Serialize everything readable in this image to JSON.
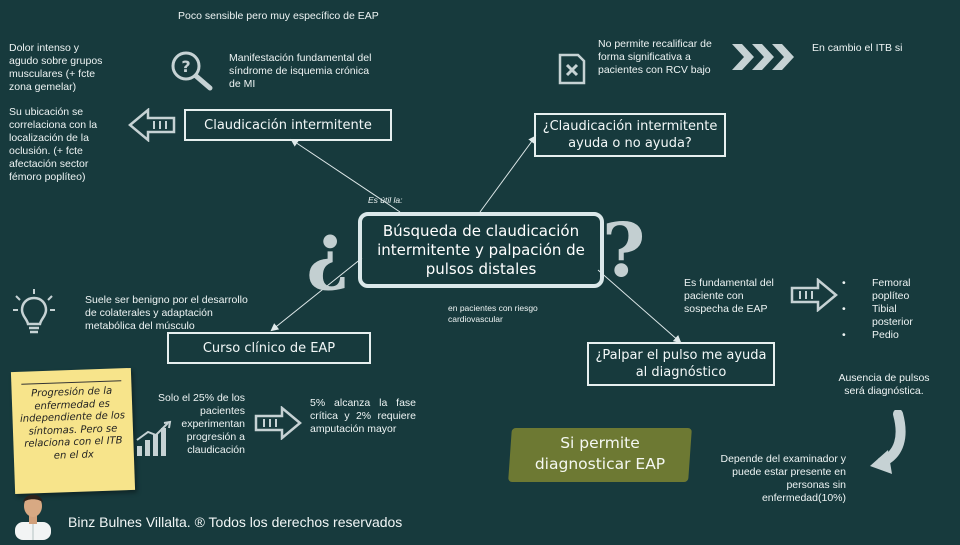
{
  "top_note": "Poco sensible  pero muy específico de EAP",
  "center": {
    "title": "Búsqueda de claudicación intermitente y palpación de pulsos distales",
    "prefix": "Es útil la:",
    "suffix": "en pacientes con riesgo cardiovascular"
  },
  "claudicacion": {
    "box": "Claudicación intermitente",
    "manifest": "Manifestación fundamental del síndrome de isquemia crónica de MI",
    "dolor": "Dolor intenso y agudo sobre grupos musculares (+ fcte zona gemelar)",
    "ubicacion": "Su ubicación se correlaciona con la localización de la oclusión. (+ fcte afectación sector fémoro poplíteo)"
  },
  "ayuda": {
    "box": "¿Claudicación intermitente ayuda o no ayuda?",
    "no_permite": "No permite recalificar de forma significativa a pacientes con RCV bajo",
    "itb": "En cambio el ITB si"
  },
  "curso": {
    "box": "Curso clínico de EAP",
    "benigno": "Suele ser benigno por el desarrollo de colaterales y adaptación metabólica del músculo",
    "solo25": "Solo el 25% de los pacientes experimentan progresión a claudicación",
    "critica": "5% alcanza la fase crítica y 2% requiere amputación mayor",
    "note": "Progresión de la enfermedad es independiente de los síntomas. Pero se relaciona con el ITB en el dx"
  },
  "pulso": {
    "box": "¿Palpar el pulso me ayuda al diagnóstico",
    "fundamental": "Es fundamental del paciente con sospecha de EAP",
    "list": [
      "Femoral poplíteo",
      "Tibial posterior",
      "Pedio"
    ],
    "ausencia": "Ausencia de pulsos será diagnóstica.",
    "depende": "Depende del examinador y puede estar presente en personas sin enfermedad(10%)",
    "si_permite": "Si permite diagnosticar EAP"
  },
  "footer": "Binz Bulnes Villalta. ® Todos los derechos reservados",
  "colors": {
    "background": "#173a3d",
    "highlight": "#b4ad2c",
    "note": "#f7e48b",
    "line": "#dfe9ea"
  },
  "icons": [
    "question-magnifier-icon",
    "left-arrow-icon",
    "x-document-icon",
    "triple-chevron-icon",
    "lightbulb-icon",
    "growth-chart-icon",
    "right-arrow-icon",
    "curved-arrow-icon",
    "avatar"
  ]
}
